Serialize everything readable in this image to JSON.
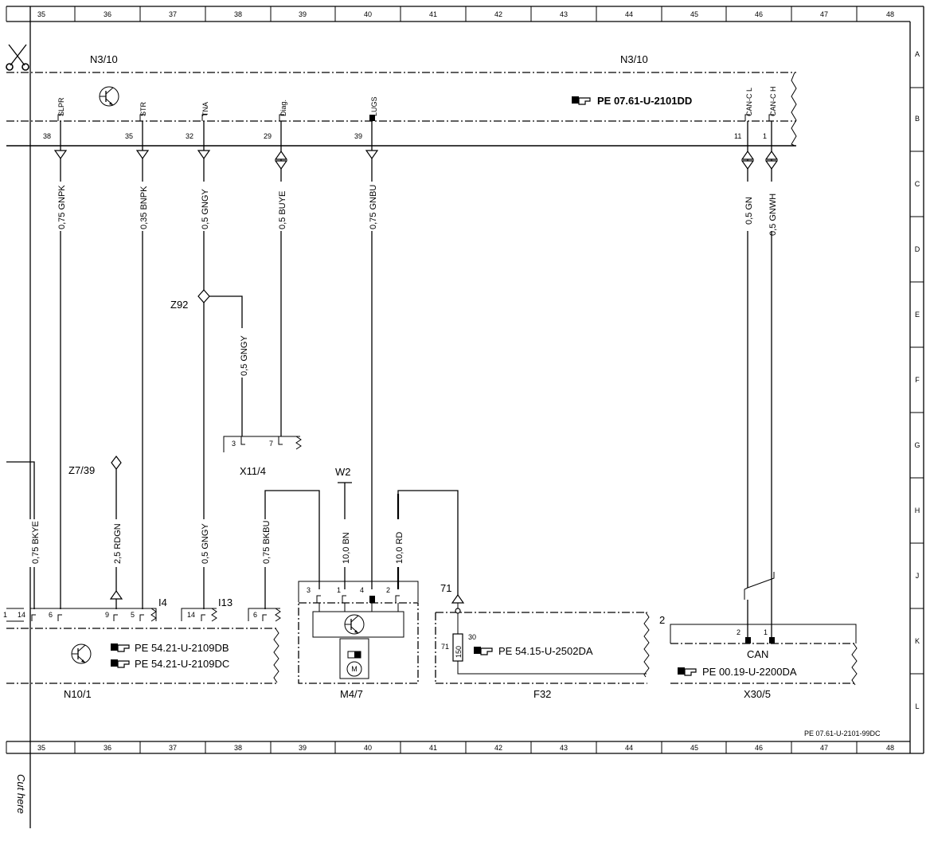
{
  "diagram": {
    "columns": [
      "35",
      "36",
      "37",
      "38",
      "39",
      "40",
      "41",
      "42",
      "43",
      "44",
      "45",
      "46",
      "47",
      "48"
    ],
    "rows": [
      "A",
      "B",
      "C",
      "D",
      "E",
      "F",
      "G",
      "H",
      "J",
      "K",
      "L"
    ],
    "doc_ref": "PE 07.61-U-2101-99DC",
    "cut_here": "Cut here",
    "header_labels": {
      "left": "N3/10",
      "right": "N3/10"
    },
    "n3_ref": "PE 07.61-U-2101DD",
    "pins": [
      {
        "name": "SLPR",
        "num": "38"
      },
      {
        "name": "STR",
        "num": "35"
      },
      {
        "name": "TNA",
        "num": "32"
      },
      {
        "name": "Diag.",
        "num": "29"
      },
      {
        "name": "LUGS",
        "num": "39"
      },
      {
        "name": "CAN-C L",
        "num": "11"
      },
      {
        "name": "CAN-C H",
        "num": "1"
      }
    ],
    "wires_top": [
      "0,75 GNPK",
      "0,35 BNPK",
      "0,5 GNGY",
      "0,5 BUYE",
      "0,75 GNBU",
      "0,5 GN",
      "0,5 GNWH"
    ],
    "z92": {
      "label": "Z92",
      "wire": "0,5 GNGY"
    },
    "x11": {
      "label": "X11/4",
      "pins": [
        "3",
        "7"
      ]
    },
    "z7": {
      "label": "Z7/39",
      "wire": "2,5 RDGN"
    },
    "w2": "W2",
    "wires_bottom": [
      "0,75 BKYE",
      "0,5 GNGY",
      "0,75 BKBU",
      "10,0 BN",
      "10,0 RD"
    ],
    "n10": {
      "label": "N10/1",
      "pins": [
        "1",
        "14",
        "6",
        "9",
        "5",
        "14"
      ],
      "tag_i4": "I4",
      "tag_i13": "I13",
      "refs": [
        "PE 54.21-U-2109DB",
        "PE 54.21-U-2109DC"
      ]
    },
    "m47": {
      "label": "M4/7",
      "pins": [
        "3",
        "1",
        "4",
        "2"
      ],
      "motor": "M"
    },
    "f32": {
      "label": "F32",
      "top": "71",
      "side": "71",
      "fuse": "150",
      "pin30": "30",
      "pin2": "2",
      "ref": "PE 54.15-U-2502DA"
    },
    "x30": {
      "label": "X30/5",
      "pins": [
        "2",
        "1"
      ],
      "can": "CAN",
      "ref": "PE 00.19-U-2200DA"
    }
  }
}
